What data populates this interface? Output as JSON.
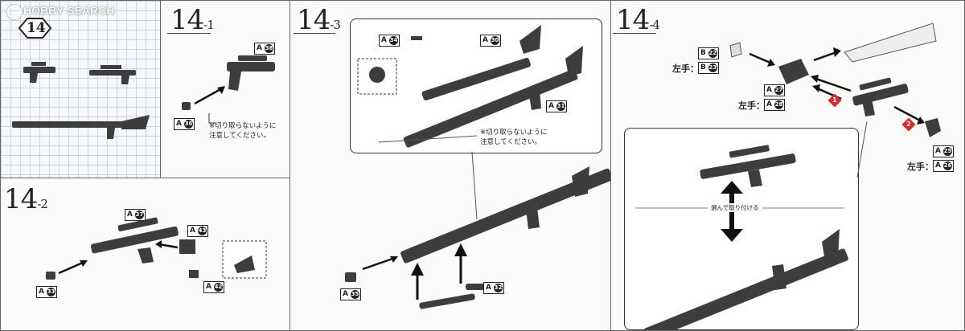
{
  "watermark": {
    "text": "HOBBY SEARCH"
  },
  "main_step": {
    "number": "14"
  },
  "steps": {
    "s1": {
      "main": "14",
      "sub": "-1"
    },
    "s2": {
      "main": "14",
      "sub": "-2"
    },
    "s3": {
      "main": "14",
      "sub": "-3"
    },
    "s4": {
      "main": "14",
      "sub": "-4"
    }
  },
  "notes": {
    "n1": "※切り取らないように\n注意してください。",
    "n3": "※切り取らないように\n注意してください。"
  },
  "swap_label": "選んで取り付ける",
  "left_hand": "左手：",
  "badges": [
    "1",
    "2"
  ],
  "parts": {
    "p1_top": {
      "letter": "A",
      "num": "38"
    },
    "p1_left": {
      "letter": "A",
      "num": "36"
    },
    "p2_top": {
      "letter": "A",
      "num": "37"
    },
    "p2_right": {
      "letter": "A",
      "num": "43"
    },
    "p2_left": {
      "letter": "A",
      "num": "33"
    },
    "p2_bottom": {
      "letter": "A",
      "num": "42"
    },
    "p3_a34": {
      "letter": "A",
      "num": "34"
    },
    "p3_a30": {
      "letter": "A",
      "num": "30"
    },
    "p3_a31": {
      "letter": "A",
      "num": "31"
    },
    "p3_a35": {
      "letter": "A",
      "num": "35"
    },
    "p3_a32": {
      "letter": "A",
      "num": "32"
    },
    "p4_b22": {
      "letter": "B",
      "num": "22"
    },
    "p4_b23": {
      "letter": "B",
      "num": "23"
    },
    "p4_a27": {
      "letter": "A",
      "num": "27"
    },
    "p4_a28": {
      "letter": "A",
      "num": "28"
    },
    "p4_a25": {
      "letter": "A",
      "num": "25"
    },
    "p4_a26": {
      "letter": "A",
      "num": "26"
    }
  }
}
